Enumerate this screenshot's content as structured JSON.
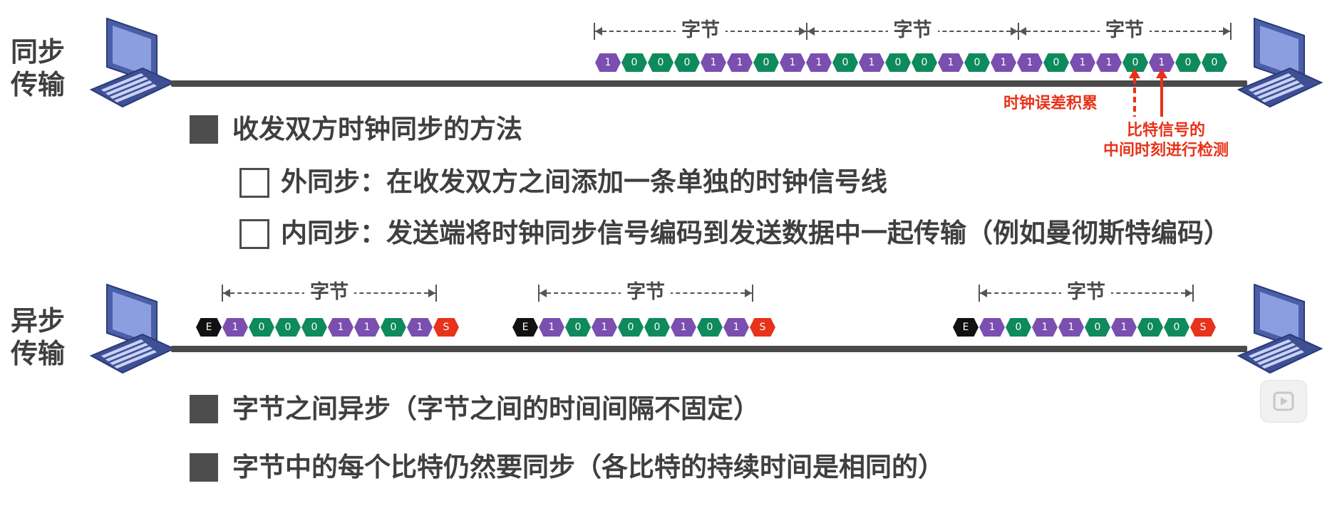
{
  "sync": {
    "label_line1": "同步",
    "label_line2": "传输",
    "byte_labels": [
      "字节",
      "字节",
      "字节"
    ],
    "bits": [
      "1",
      "0",
      "0",
      "0",
      "1",
      "1",
      "0",
      "1",
      "1",
      "0",
      "1",
      "0",
      "0",
      "1",
      "0",
      "1",
      "1",
      "0",
      "1",
      "1",
      "0",
      "1",
      "0",
      "0"
    ],
    "annotation_error": "时钟误差积累",
    "annotation_sample_line1": "比特信号的",
    "annotation_sample_line2": "中间时刻进行检测"
  },
  "sync_methods": {
    "heading": "收发双方时钟同步的方法",
    "external": "外同步：在收发双方之间添加一条单独的时钟信号线",
    "internal": "内同步：发送端将时钟同步信号编码到发送数据中一起传输（例如曼彻斯特编码）"
  },
  "async": {
    "label_line1": "异步",
    "label_line2": "传输",
    "frames": [
      {
        "byte_label": "字节",
        "end_mark": "E",
        "start_mark": "S",
        "bits": [
          "1",
          "0",
          "0",
          "0",
          "1",
          "1",
          "0",
          "1"
        ]
      },
      {
        "byte_label": "字节",
        "end_mark": "E",
        "start_mark": "S",
        "bits": [
          "1",
          "0",
          "1",
          "0",
          "0",
          "1",
          "0",
          "1"
        ]
      },
      {
        "byte_label": "字节",
        "end_mark": "E",
        "start_mark": "S",
        "bits": [
          "1",
          "0",
          "1",
          "1",
          "0",
          "1",
          "0",
          "0"
        ]
      }
    ]
  },
  "async_notes": {
    "note1": "字节之间异步（字节之间的时间间隔不固定）",
    "note2": "字节中的每个比特仍然要同步（各比特的持续时间是相同的）"
  },
  "colors": {
    "bit_one": "#7a4fb0",
    "bit_zero": "#0e8a5c",
    "end_mark": "#111111",
    "start_mark": "#e8321a",
    "annotation": "#e8321a",
    "text": "#3f3f3f"
  }
}
